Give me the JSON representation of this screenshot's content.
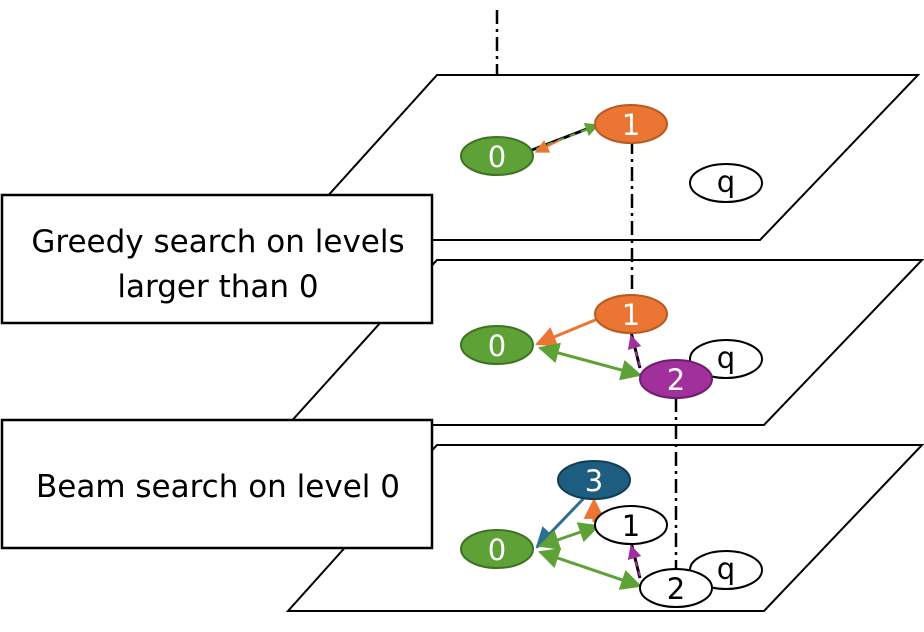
{
  "labels": {
    "greedy_line1": "Greedy search on levels",
    "greedy_line2": "larger than 0",
    "beam": "Beam search on level 0"
  },
  "nodes": {
    "top_0": "0",
    "top_1": "1",
    "top_q": "q",
    "mid_0": "0",
    "mid_1": "1",
    "mid_2": "2",
    "mid_q": "q",
    "bot_0": "0",
    "bot_1": "1",
    "bot_2": "2",
    "bot_3": "3",
    "bot_q": "q"
  },
  "colors": {
    "green": "#5ea136",
    "orange": "#eb7532",
    "purple": "#a1309d",
    "teal": "#1d5e80",
    "dark_teal_edge": "#2c6f91",
    "black": "#000000",
    "white": "#ffffff"
  }
}
